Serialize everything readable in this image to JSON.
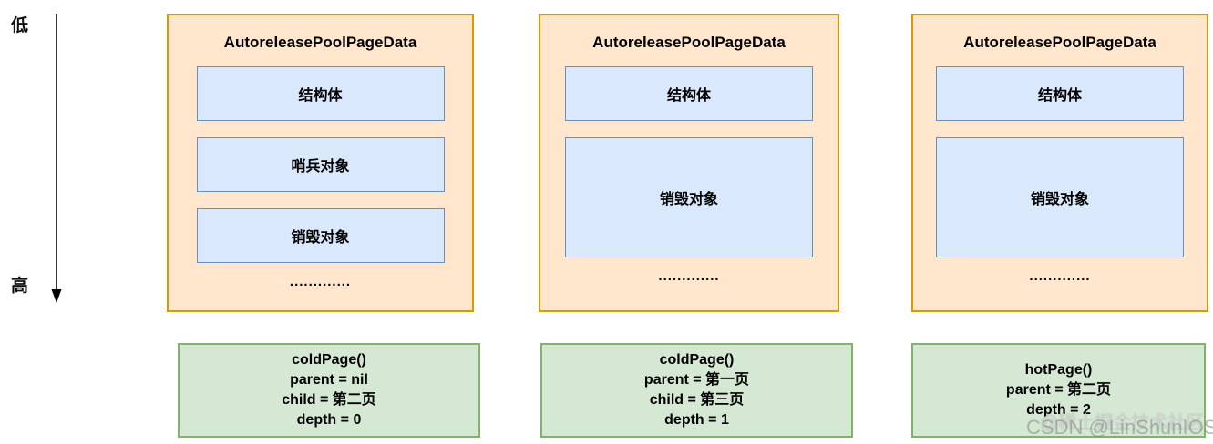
{
  "axis": {
    "low_label": "低",
    "high_label": "高"
  },
  "pages": [
    {
      "title": "AutoreleasePoolPageData",
      "cells": [
        {
          "label": "结构体",
          "size": "small"
        },
        {
          "label": "哨兵对象",
          "size": "small"
        },
        {
          "label": "销毁对象",
          "size": "small"
        }
      ],
      "ellipsis": ".............",
      "info_lines": [
        "coldPage()",
        "parent = nil",
        "child = 第二页",
        "depth = 0"
      ]
    },
    {
      "title": "AutoreleasePoolPageData",
      "cells": [
        {
          "label": "结构体",
          "size": "small"
        },
        {
          "label": "销毁对象",
          "size": "large"
        }
      ],
      "ellipsis": ".............",
      "info_lines": [
        "coldPage()",
        "parent = 第一页",
        "child = 第三页",
        "depth = 1"
      ]
    },
    {
      "title": "AutoreleasePoolPageData",
      "cells": [
        {
          "label": "结构体",
          "size": "small"
        },
        {
          "label": "销毁对象",
          "size": "large"
        }
      ],
      "ellipsis": ".............",
      "info_lines": [
        "hotPage()",
        "parent = 第二页",
        "depth = 2"
      ]
    }
  ],
  "watermarks": {
    "juejin": "@稀土掘金技术社区",
    "csdn": "CSDN @LinShunIOS"
  },
  "colors": {
    "pool_fill": "#FFE6CC",
    "pool_border": "#D79B00",
    "cell_fill": "#DAE8FC",
    "cell_border": "#6C8EBF",
    "info_fill": "#D5E8D4",
    "info_border": "#82B366",
    "text": "#000000"
  }
}
